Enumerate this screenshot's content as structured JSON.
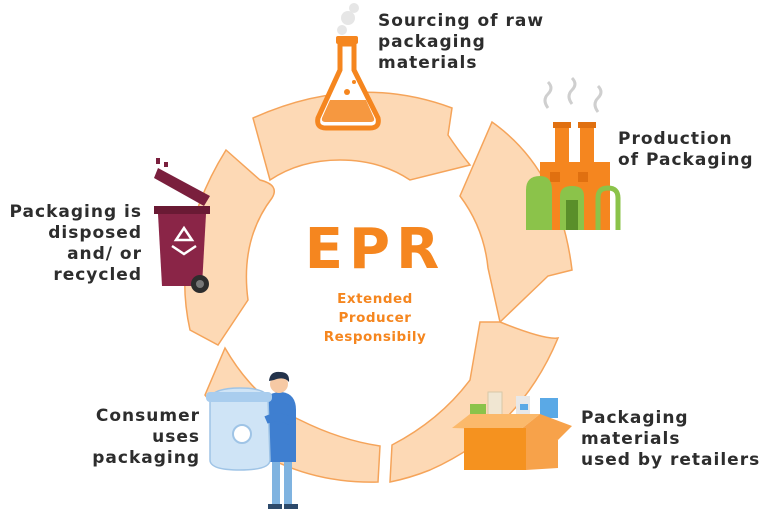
{
  "center": {
    "title": "EPR",
    "subtitle_lines": [
      "Extended",
      "Producer",
      "Responsibily"
    ]
  },
  "stages": [
    {
      "lines": [
        "Sourcing of raw",
        "packaging",
        "materials"
      ],
      "icon": "flask-icon"
    },
    {
      "lines": [
        "Production",
        "of Packaging"
      ],
      "icon": "factory-icon"
    },
    {
      "lines": [
        "Packaging",
        "materials",
        "used by retailers"
      ],
      "icon": "box-icon"
    },
    {
      "lines": [
        "Consumer",
        "uses",
        "packaging"
      ],
      "icon": "consumer-icon"
    },
    {
      "lines": [
        "Packaging is",
        "disposed",
        "and/ or",
        "recycled"
      ],
      "icon": "recycle-bin-icon"
    }
  ],
  "colors": {
    "accent": "#f5861f",
    "ring_fill": "#fdd9b5",
    "ring_stroke": "#f5a45a",
    "text": "#2d2d2d"
  }
}
